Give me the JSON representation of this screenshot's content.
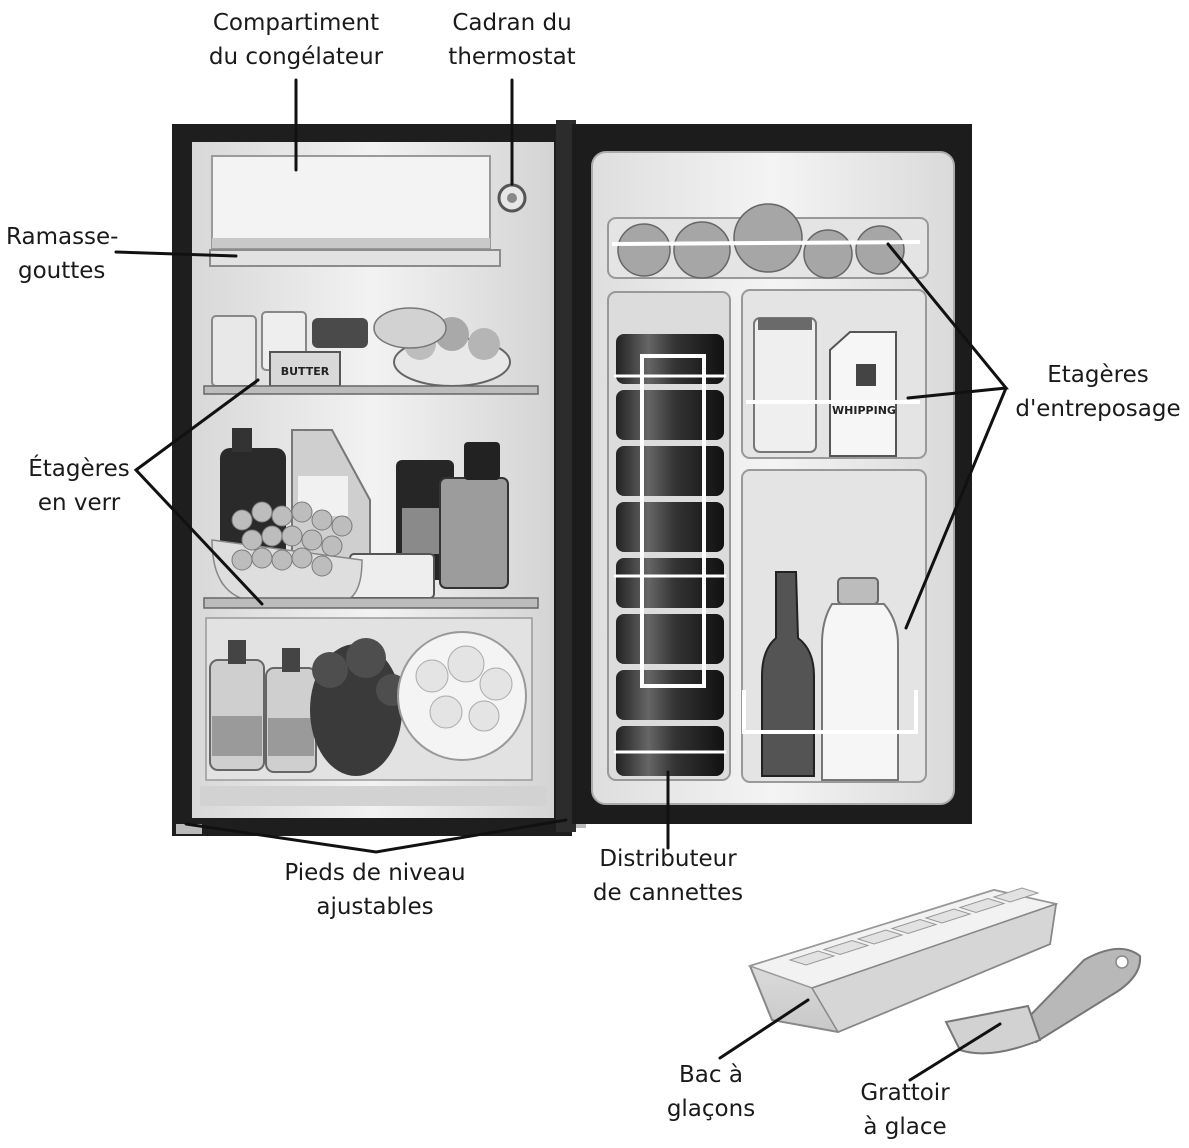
{
  "labels": {
    "freezer": {
      "line1": "Compartiment",
      "line2": "du congélateur"
    },
    "thermostat": {
      "line1": "Cadran du",
      "line2": "thermostat"
    },
    "drip_tray": {
      "line1": "Ramasse-",
      "line2": "gouttes"
    },
    "glass_shelves": {
      "line1": "Étagères",
      "line2": "en verr"
    },
    "storage_shelves": {
      "line1": "Etagères",
      "line2": "d'entreposage"
    },
    "leveling_feet": {
      "line1": "Pieds de niveau",
      "line2": "ajustables"
    },
    "can_dispenser": {
      "line1": "Distributeur",
      "line2": "de cannettes"
    },
    "ice_tray": {
      "line1": "Bac à",
      "line2": "glaçons"
    },
    "ice_scraper": {
      "line1": "Grattoir",
      "line2": "à glace"
    }
  },
  "food_labels": {
    "butter": "BUTTER",
    "whipping": "WHIPPING"
  },
  "colors": {
    "line": "#111111",
    "cabinet": "#1c1c1c",
    "interior": "#ececec",
    "plastic": "#dcdcdc"
  }
}
